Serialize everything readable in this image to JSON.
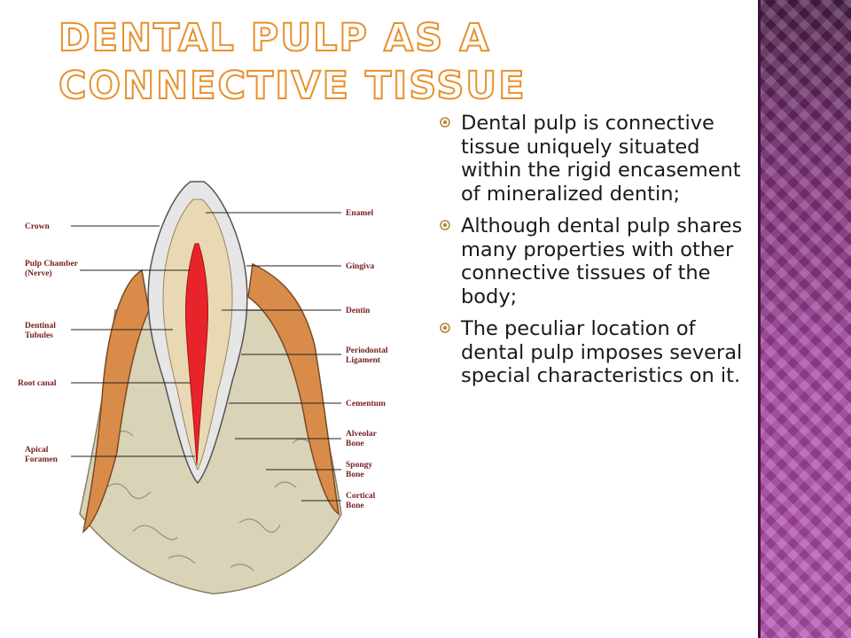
{
  "slide": {
    "title": "Dental pulp as a connective tissue",
    "bullets": [
      "Dental pulp is connective tissue uniquely situated within the rigid encasement of mineralized dentin;",
      "Although dental pulp shares many properties with other connective tissues of the body;",
      "The peculiar location of dental pulp imposes several special characteristics on it."
    ],
    "accent_color": "#e8902c",
    "band_color": "#8f3a8a",
    "bullet_icon": "circle-bullet-icon"
  },
  "diagram": {
    "left_labels": {
      "crown": "Crown",
      "pulp_chamber_1": "Pulp Chamber",
      "pulp_chamber_2": "(Nerve)",
      "dentinal_tubules_1": "Dentinal",
      "dentinal_tubules_2": "Tubules",
      "root_canal": "Root canal",
      "apical_foramen_1": "Apical",
      "apical_foramen_2": "Foramen"
    },
    "right_labels": {
      "enamel": "Enamel",
      "gingiva": "Gingiva",
      "dentin": "Dentin",
      "periodontal_1": "Periodontal",
      "periodontal_2": "Ligament",
      "cementum": "Cementum",
      "alveolar_1": "Alveolar",
      "alveolar_2": "Bone",
      "spongy_1": "Spongy",
      "spongy_2": "Bone",
      "cortical_1": "Cortical",
      "cortical_2": "Bone"
    },
    "colors": {
      "enamel": "#e6e6e6",
      "dentin": "#e8d9b4",
      "pulp": "#e8242a",
      "gingiva": "#d98c4a",
      "bone": "#d9d3b8",
      "label": "#7a2020"
    }
  }
}
